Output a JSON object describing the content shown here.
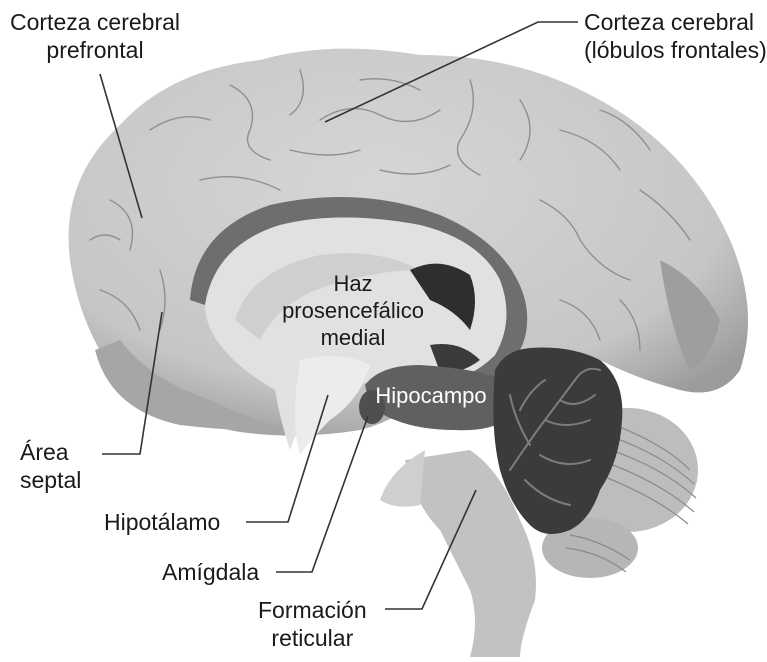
{
  "labels": {
    "prefrontal_cortex": {
      "line1": "Corteza cerebral",
      "line2": "prefrontal"
    },
    "frontal_cortex": {
      "line1": "Corteza cerebral",
      "line2": "(lóbulos frontales)"
    },
    "septal_area": {
      "line1": "Área",
      "line2": "septal"
    },
    "hypothalamus": "Hipotálamo",
    "amygdala": "Amígdala",
    "reticular_formation": {
      "line1": "Formación",
      "line2": "reticular"
    },
    "medial_forebrain_bundle": {
      "line1": "Haz",
      "line2": "prosencefálico",
      "line3": "medial"
    },
    "hippocampus": "Hipocampo"
  },
  "colors": {
    "cortex": "#c9c9c9",
    "cortex_shadow": "#a8a8a8",
    "corpus_callosum": "#6e6e6e",
    "inner_light": "#e0e0e0",
    "hippocampus": "#5f5f5f",
    "cerebellum_dark": "#3a3a3a",
    "cerebellum_light": "#bdbdbd",
    "brainstem": "#c4c4c4",
    "leader_lines": "#333333"
  }
}
